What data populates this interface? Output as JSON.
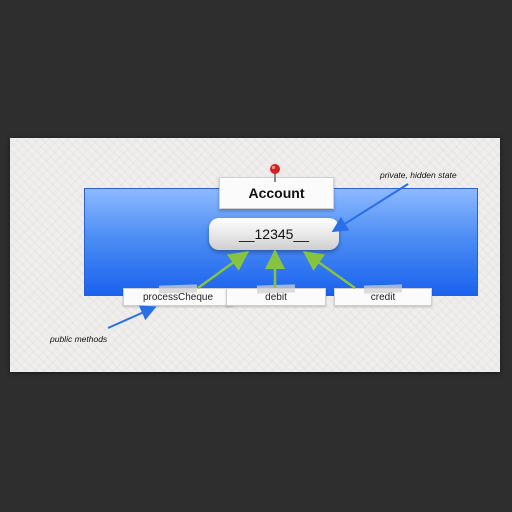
{
  "diagram": {
    "title": "Account",
    "state_value": "__12345__",
    "methods": [
      {
        "label": "processCheque"
      },
      {
        "label": "debit"
      },
      {
        "label": "credit"
      }
    ],
    "annotations": {
      "private_state": "private, hidden state",
      "public_methods": "public methods"
    },
    "colors": {
      "background": "#2e2e2e",
      "slide": "#efeeec",
      "box_blue": "#1a62ee",
      "green_arrow": "#86c440",
      "blue_arrow": "#2b6fe8",
      "pin_red": "#d42020"
    },
    "icons": {
      "pin": "push-pin-icon"
    }
  }
}
